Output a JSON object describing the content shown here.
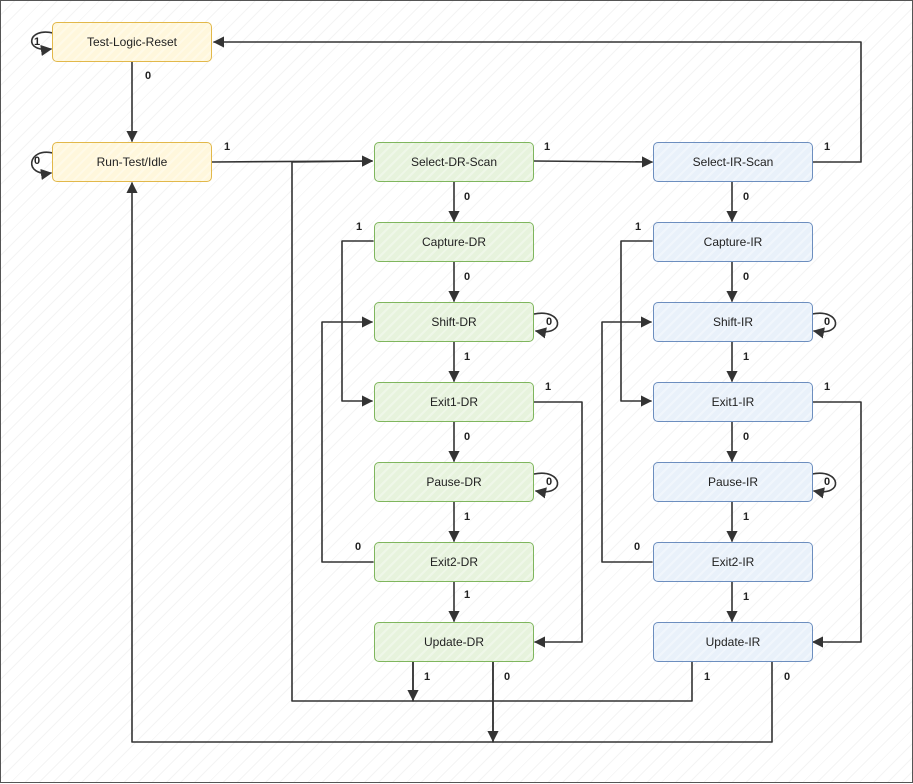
{
  "states": {
    "test_logic_reset": "Test-Logic-Reset",
    "run_test_idle": "Run-Test/Idle",
    "select_dr_scan": "Select-DR-Scan",
    "capture_dr": "Capture-DR",
    "shift_dr": "Shift-DR",
    "exit1_dr": "Exit1-DR",
    "pause_dr": "Pause-DR",
    "exit2_dr": "Exit2-DR",
    "update_dr": "Update-DR",
    "select_ir_scan": "Select-IR-Scan",
    "capture_ir": "Capture-IR",
    "shift_ir": "Shift-IR",
    "exit1_ir": "Exit1-IR",
    "pause_ir": "Pause-IR",
    "exit2_ir": "Exit2-IR",
    "update_ir": "Update-IR"
  },
  "colors": {
    "control_fill": "#fff7dc",
    "control_border": "#e2b84a",
    "dr_fill": "#e7f3dd",
    "dr_border": "#7fb65d",
    "ir_fill": "#e9f1fa",
    "ir_border": "#6c8ebf",
    "edge": "#333333"
  },
  "edge_labels": {
    "tlr_self": "1",
    "tlr_to_rti": "0",
    "rti_self": "0",
    "rti_to_select_dr": "1",
    "select_dr_to_select_ir": "1",
    "select_dr_to_capture_dr": "0",
    "select_ir_to_tlr": "1",
    "select_ir_to_capture_ir": "0",
    "capture_dr_to_exit1_dr": "1",
    "capture_dr_to_shift_dr": "0",
    "shift_dr_self": "0",
    "shift_dr_to_exit1_dr": "1",
    "exit1_dr_to_update_dr": "1",
    "exit1_dr_to_pause_dr": "0",
    "pause_dr_self": "0",
    "pause_dr_to_exit2_dr": "1",
    "exit2_dr_to_shift_dr": "0",
    "exit2_dr_to_update_dr": "1",
    "update_dr_to_select_dr": "1",
    "update_dr_to_rti": "0",
    "capture_ir_to_exit1_ir": "1",
    "capture_ir_to_shift_ir": "0",
    "shift_ir_self": "0",
    "shift_ir_to_exit1_ir": "1",
    "exit1_ir_to_update_ir": "1",
    "exit1_ir_to_pause_ir": "0",
    "pause_ir_self": "0",
    "pause_ir_to_exit2_ir": "1",
    "exit2_ir_to_shift_ir": "0",
    "exit2_ir_to_update_ir": "1",
    "update_ir_to_select_dr": "1",
    "update_ir_to_rti": "0"
  }
}
